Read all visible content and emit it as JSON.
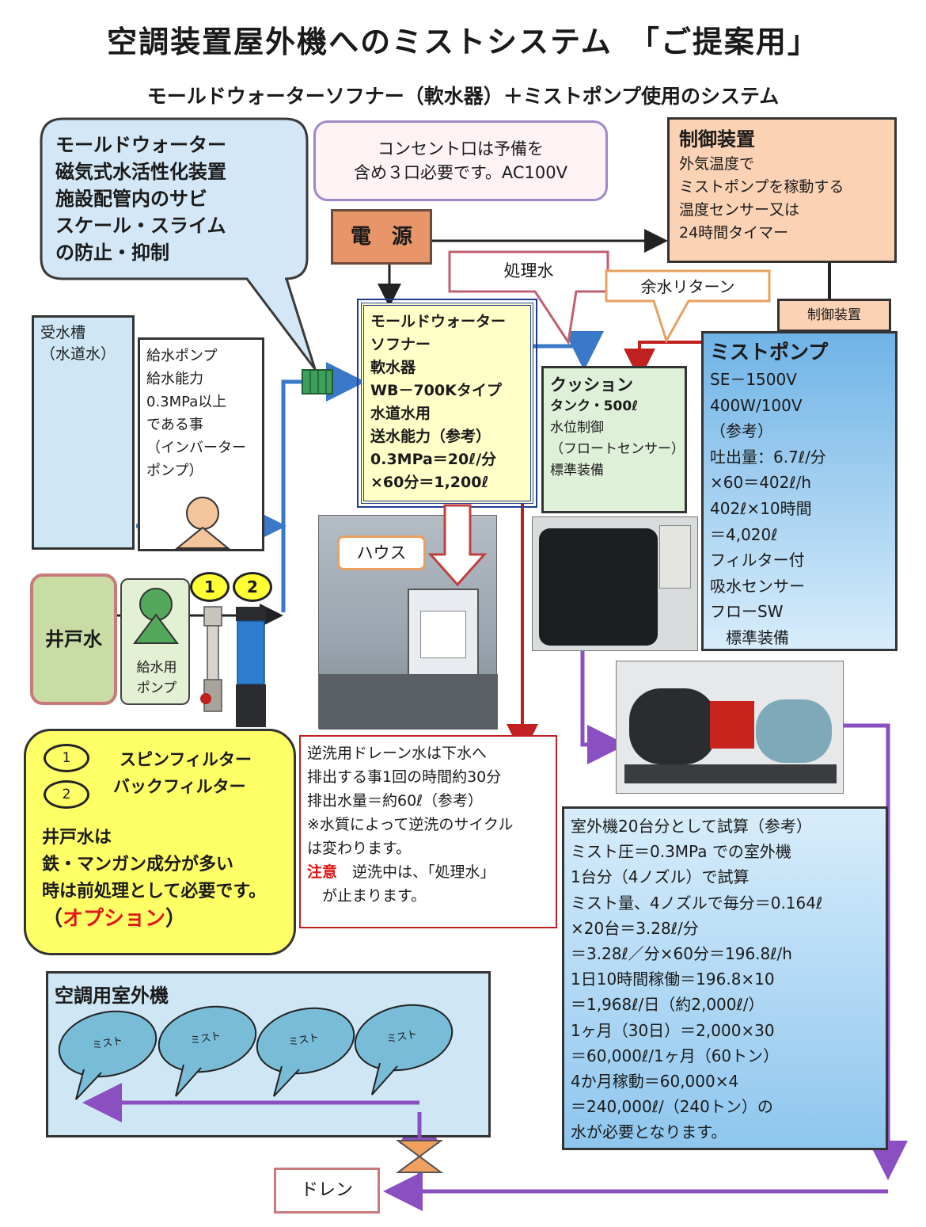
{
  "header": {
    "title": "空調装置屋外機へのミストシステム　「ご提案用」",
    "subtitle": "モールドウォーターソフナー（軟水器）＋ミストポンプ使用のシステム"
  },
  "callouts": {
    "mold_water": [
      "モールドウォーター",
      "磁気式水活性化装置",
      "施設配管内のサビ",
      "スケール・スライム",
      "の防止・抑制"
    ],
    "outlet_note": [
      "コンセント口は予備を",
      "含め３口必要です。AC100V"
    ],
    "treated_water": "処理水",
    "excess_return": "余水リターン",
    "house": "ハウス"
  },
  "power": {
    "label": "電　源"
  },
  "controller": {
    "title": "制御装置",
    "lines": [
      "外気温度で",
      "ミストポンプを稼動する",
      "温度センサー又は",
      "24時間タイマー"
    ],
    "tag": "制御装置"
  },
  "tank": {
    "lines": [
      "受水槽",
      "（水道水）"
    ]
  },
  "supply_pump": {
    "lines": [
      "給水ポンプ",
      "給水能力",
      "0.3MPa以上",
      "である事",
      "（インバーター",
      "ポンプ）"
    ]
  },
  "softener": {
    "lines": [
      "モールドウォーター",
      "ソフナー",
      "軟水器",
      "WB－700Kタイプ",
      "水道水用",
      "送水能力（参考）",
      "0.3MPa＝20ℓ/分",
      "×60分＝1,200ℓ"
    ]
  },
  "cushion": {
    "lines": [
      "クッション",
      "タンク・500ℓ",
      "水位制御",
      "（フロートセンサー）",
      "標準装備"
    ]
  },
  "mist_pump": {
    "title": "ミストポンプ",
    "lines": [
      "SE－1500V",
      "400W/100V",
      "（参考）",
      "吐出量：6.7ℓ/分",
      "×60＝402ℓ/h",
      "402ℓ×10時間",
      "＝4,020ℓ",
      "フィルター付",
      "吸水センサー",
      "フローSW",
      "　標準装備"
    ]
  },
  "well": {
    "label": "井戸水",
    "pump_label": [
      "給水用",
      "ポンプ"
    ],
    "filter_numbers": [
      "1",
      "2"
    ]
  },
  "filter_note": {
    "num1": "1",
    "num2": "2",
    "f1": "スピンフィルター",
    "f2": "バックフィルター",
    "lines": [
      "井戸水は",
      "鉄・マンガン成分が多い",
      "時は前処理として必要です。"
    ],
    "option_open": "（",
    "option": "オプション",
    "option_close": "）"
  },
  "backwash": {
    "lines": [
      "逆洗用ドレーン水は下水へ",
      "排出する事1回の時間約30分",
      "排出水量＝約60ℓ（参考）",
      "※水質によって逆洗のサイクル",
      "は変わります。"
    ],
    "caution": "注意",
    "caution_text": "　逆洗中は、「処理水」",
    "caution_text2": "　が止まります。"
  },
  "calc": {
    "lines": [
      "室外機20台分として試算（参考）",
      "ミスト圧＝0.3MPa での室外機",
      "1台分（4ノズル）で試算",
      "ミスト量、4ノズルで毎分＝0.164ℓ",
      "×20台＝3.28ℓ/分",
      "＝3.28ℓ／分×60分＝196.8ℓ/h",
      "1日10時間稼働＝196.8×10",
      "＝1,968ℓ/日（約2,000ℓ/）",
      "1ヶ月（30日）＝2,000×30",
      "＝60,000ℓ/1ヶ月（60トン）",
      "4か月稼動＝60,000×4",
      "＝240,000ℓ/（240トン）の",
      "水が必要となります。"
    ]
  },
  "outdoor": {
    "title": "空調用室外機",
    "mist_labels": [
      "ミスト",
      "ミスト",
      "ミスト",
      "ミスト"
    ]
  },
  "drain": {
    "label": "ドレン"
  },
  "colors": {
    "light_blue": "#cfe7f5",
    "yellow": "#ffff66",
    "pale_yellow": "#ffffc8",
    "orange": "#e8956a",
    "peach": "#fbd2b4",
    "blue_grad": "#8cc4ea",
    "pipe_blue": "#3a78c8",
    "pipe_purple": "#8a4fc0",
    "drain_red": "#c02020",
    "well_green": "#c8dca4",
    "pump_green": "#54a85c"
  }
}
